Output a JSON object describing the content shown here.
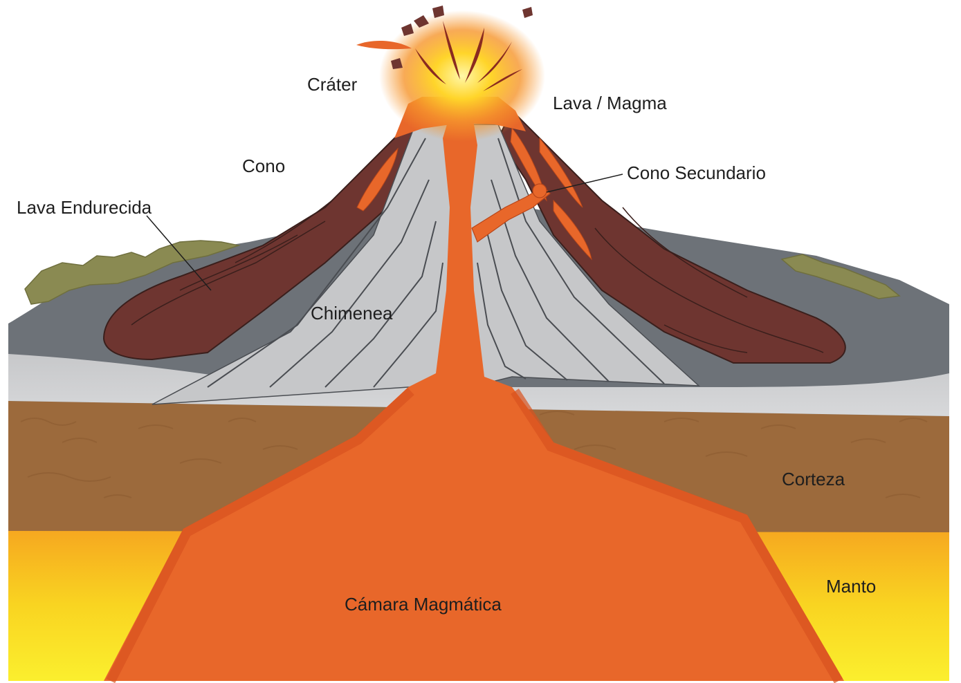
{
  "labels": {
    "crater": "Cráter",
    "lava_magma": "Lava / Magma",
    "cono": "Cono",
    "cono_secundario": "Cono Secundario",
    "lava_endurecida": "Lava Endurecida",
    "chimenea": "Chimenea",
    "corteza": "Corteza",
    "manto": "Manto",
    "camara_magmatica": "Cámara Magmática"
  },
  "colors": {
    "magma": "#e8672a",
    "magma_edge": "#d9521f",
    "cone_dark": "#6e3530",
    "cone_light": "#c6c7c9",
    "rock_grey": "#6d7278",
    "crust": "#9c6a3c",
    "mantle": "#f7c31c",
    "vegetation": "#8a8a52"
  }
}
